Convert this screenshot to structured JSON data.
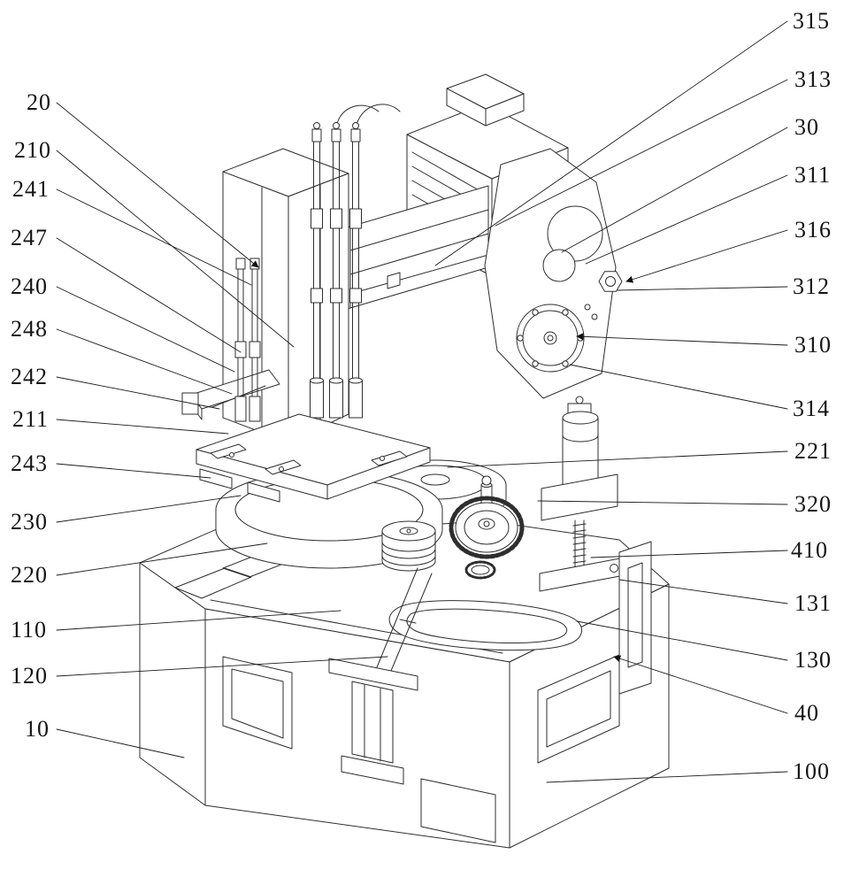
{
  "figure": {
    "type": "patent-technical-drawing",
    "description": "Isometric black-and-white line drawing of a machine tool assembly (column, spindle rods, gearbox with pulleys, rotary work table, gear, feed motor with lead screw, machine bed) annotated with numbered reference leaders.",
    "labels": {
      "n20": "20",
      "n210": "210",
      "n241": "241",
      "n247": "247",
      "n240": "240",
      "n248": "248",
      "n242": "242",
      "n211": "211",
      "n243": "243",
      "n230": "230",
      "n220": "220",
      "n110": "110",
      "n120": "120",
      "n10": "10",
      "n315": "315",
      "n313": "313",
      "n30": "30",
      "n311": "311",
      "n316": "316",
      "n312": "312",
      "n310": "310",
      "n314": "314",
      "n221": "221",
      "n320": "320",
      "n410": "410",
      "n131": "131",
      "n130": "130",
      "n40": "40",
      "n100": "100"
    }
  }
}
